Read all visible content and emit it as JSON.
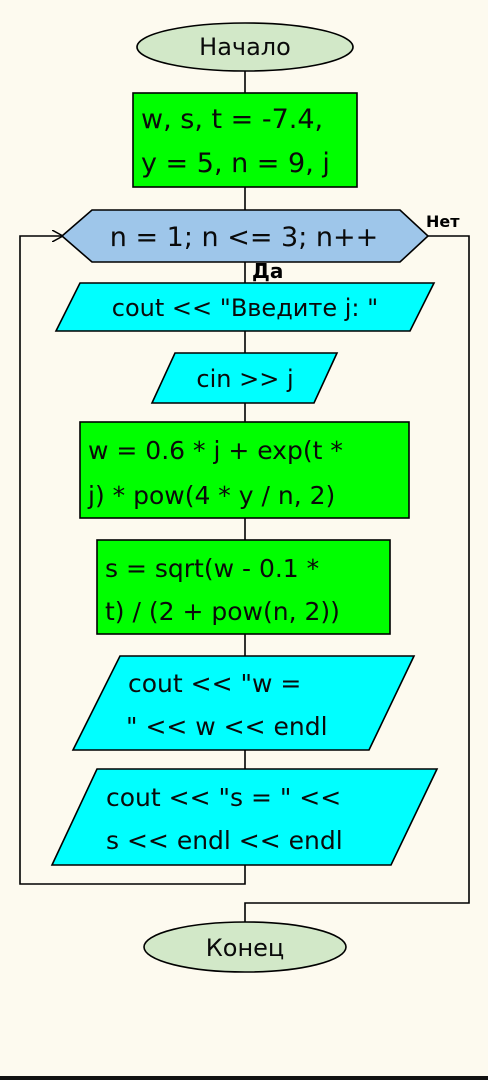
{
  "flowchart": {
    "start": "Начало",
    "init": [
      "w, s, t = -7.4,",
      "y = 5, n = 9, j"
    ],
    "loop": "n = 1; n <= 3; n++",
    "no_label": "Нет",
    "yes_label": "Да",
    "prompt": "cout << \"Введите j: \"",
    "input": "cin >> j",
    "calc_w": [
      "w = 0.6 * j + exp(t *",
      "j) * pow(4 * y / n, 2)"
    ],
    "calc_s": [
      "s = sqrt(w - 0.1 *",
      "t) / (2 + pow(n, 2))"
    ],
    "out_w": [
      "cout << \"w =",
      "\" << w << endl"
    ],
    "out_s": [
      "cout << \"s = \" <<",
      "s << endl << endl"
    ],
    "end": "Конец"
  },
  "colors": {
    "terminal": "#d2e8c8",
    "process": "#00ff00",
    "io": "#00ffff",
    "loop": "#9ec6ea"
  }
}
